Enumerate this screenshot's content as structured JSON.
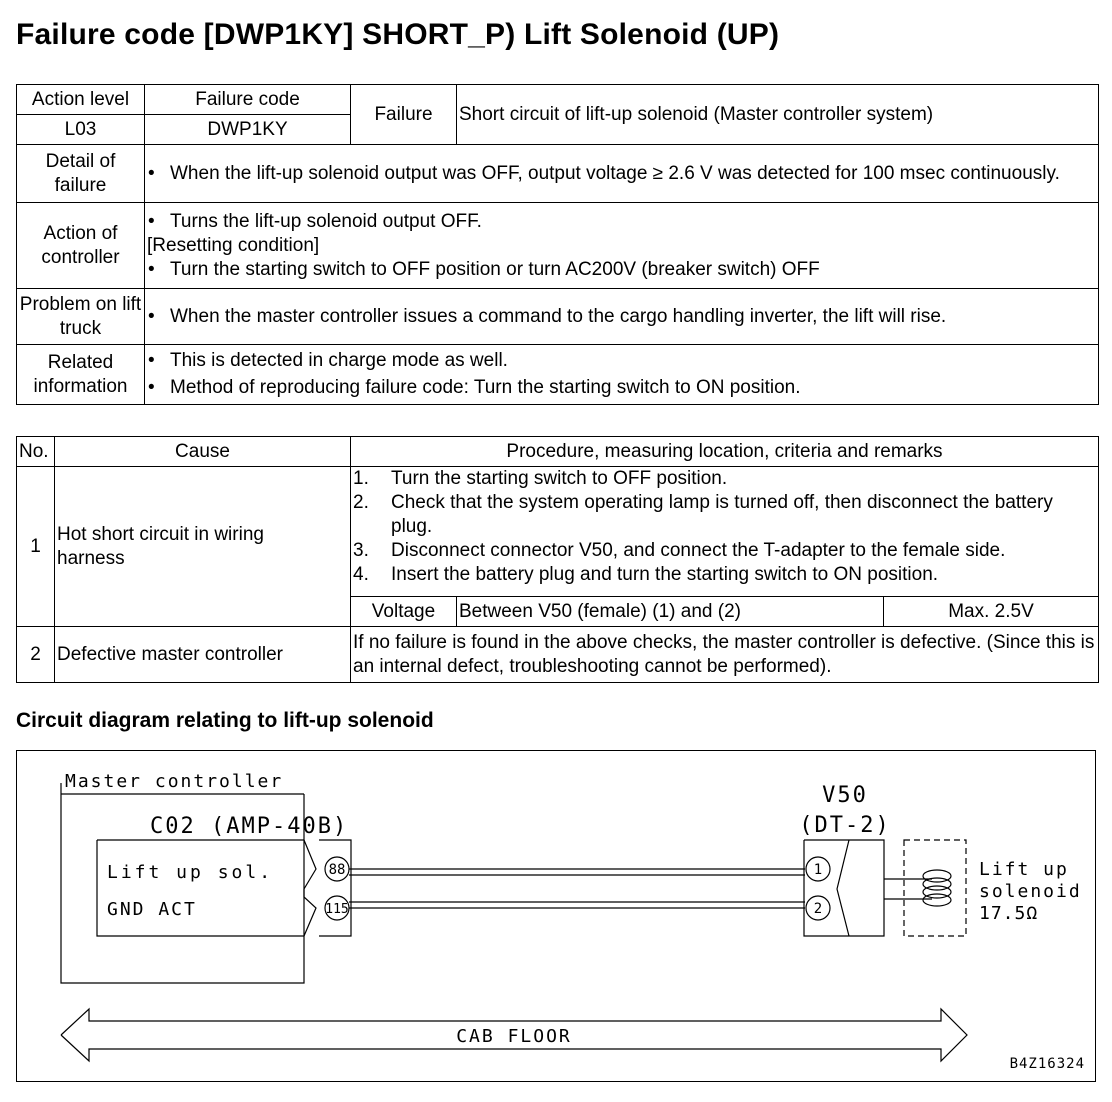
{
  "title": "Failure code [DWP1KY] SHORT_P) Lift Solenoid (UP)",
  "info_table": {
    "action_level_label": "Action level",
    "action_level_value": "L03",
    "failure_code_label": "Failure code",
    "failure_code_value": "DWP1KY",
    "failure_label": "Failure",
    "failure_value": "Short circuit of lift-up solenoid (Master controller system)",
    "bullet": "•",
    "detail_label": "Detail of failure",
    "detail_text": "When the lift-up solenoid output was OFF, output voltage ≥ 2.6 V was detected for 100 msec continuously.",
    "action_label": "Action of controller",
    "action_item": "Turns the lift-up solenoid output OFF.",
    "resetting_heading": "[Resetting condition]",
    "resetting_item": "Turn the starting switch to OFF position or turn AC200V (breaker switch) OFF",
    "problem_label": "Problem on lift truck",
    "problem_text": "When the master controller issues a command to the cargo handling inverter, the lift will rise.",
    "related_label": "Related information",
    "related_items": [
      "This is detected in charge mode as well.",
      "Method of reproducing failure code: Turn the starting switch to ON position."
    ]
  },
  "cause_table": {
    "headers": [
      "No.",
      "Cause",
      "Procedure, measuring location, criteria and remarks"
    ],
    "rows": [
      {
        "no": "1",
        "cause": "Hot short circuit in wiring harness",
        "steps": [
          {
            "n": "1.",
            "text": "Turn the starting switch to OFF position."
          },
          {
            "n": "2.",
            "text": "Check that the system operating lamp is turned off, then disconnect the battery plug."
          },
          {
            "n": "3.",
            "text": "Disconnect connector V50, and connect the T-adapter to the female side."
          },
          {
            "n": "4.",
            "text": "Insert the battery plug and turn the starting switch to ON position."
          }
        ],
        "measure_type": "Voltage",
        "measure_location": "Between V50 (female) (1) and (2)",
        "measure_value": "Max. 2.5V"
      },
      {
        "no": "2",
        "cause": "Defective master controller",
        "remark": "If no failure is found in the above checks, the master controller is defective. (Since this is an internal defect, troubleshooting cannot be performed)."
      }
    ]
  },
  "diagram": {
    "heading": "Circuit diagram relating to lift-up solenoid",
    "master_label": "Master controller",
    "connector_label": "C02 (AMP-40B)",
    "signal_1": "Lift up sol.",
    "signal_2": "GND ACT",
    "pin_88": "88",
    "pin_115": "115",
    "v50_label": "V50",
    "v50_type": "(DT-2)",
    "pin_1": "1",
    "pin_2": "2",
    "solenoid_line_1": "Lift up",
    "solenoid_line_2": "solenoid",
    "solenoid_resistance": "17.5Ω",
    "floor_label": "CAB FLOOR",
    "figure_code": "B4Z16324"
  }
}
